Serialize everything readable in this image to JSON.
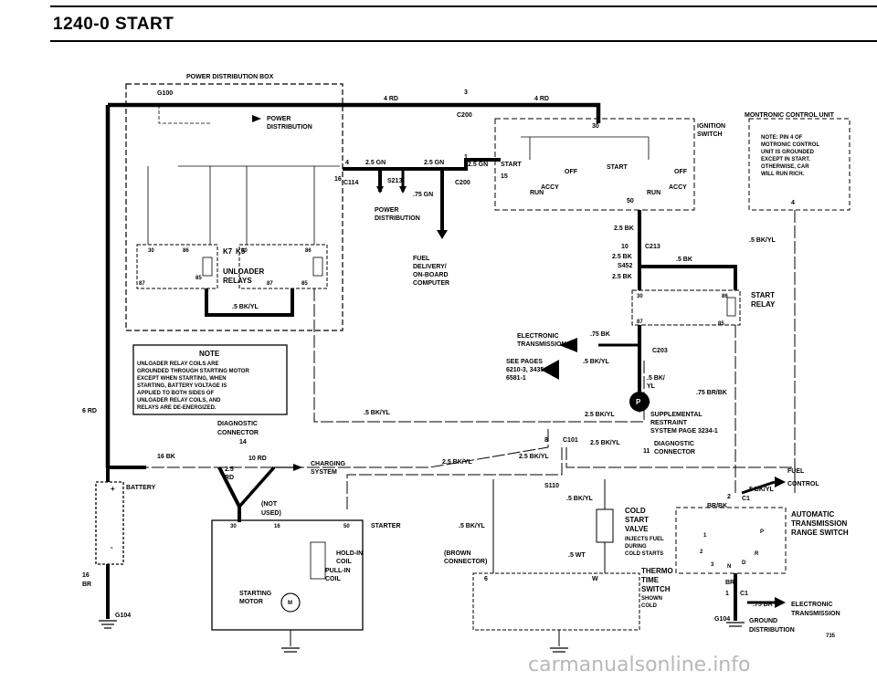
{
  "title": "1240-0  START",
  "labels": {
    "pdb": "POWER DISTRIBUTION BOX",
    "g100": "G100",
    "power_dist": "POWER",
    "power_dist2": "DISTRIBUTION",
    "rd4a": "4 RD",
    "rd4b": "4 RD",
    "c200_3": "3",
    "c200": "C200",
    "ignition": "IGNITION",
    "switch": "SWITCH",
    "montronic": "MONTRONIC CONTROL UNIT",
    "note_m1": "NOTE: PIN 4 OF",
    "note_m2": "MOTRONIC CONTROL",
    "note_m3": "UNIT IS GROUNDED",
    "note_m4": "EXCEPT IN START.",
    "note_m5": "OTHERWISE, CAR",
    "note_m6": "WILL RUN RICH.",
    "pin4": "4",
    "c114_4": "4",
    "c114_16": "16",
    "c114": "C114",
    "gn25a": "2.5 GN",
    "gn25b": "2.5 GN",
    "gn1": "1",
    "gn25c": "2.5 GN",
    "s213": "S213",
    "c200b": "C200",
    "gn75": ".75 GN",
    "pd2a": "POWER",
    "pd2b": "DISTRIBUTION",
    "start": "START",
    "start2": "START",
    "off1": "OFF",
    "off2": "OFF",
    "accy1": "ACCY",
    "accy2": "ACCY",
    "run1": "RUN",
    "run2": "RUN",
    "p30": "30",
    "p15": "15",
    "p50": "50",
    "bk25": "2.5 BK",
    "bkyl5": ".5 BK/YL",
    "fuel1": "FUEL",
    "fuel2": "DELIVERY/",
    "fuel3": "ON-BOARD",
    "fuel4": "COMPUTER",
    "c213_10": "10",
    "c213": "C213",
    "bk25b": "2.5 BK",
    "s452": "S452",
    "bk5": ".5 BK",
    "bk25c": "2.5 BK",
    "k7": "K7",
    "k5": "K5",
    "unloader": "UNLOADER",
    "relays": "RELAYS",
    "r30a": "30",
    "r86a": "86",
    "r87a": "87",
    "r85a": "85",
    "r30b": "30",
    "r86b": "86",
    "r87b": "87",
    "r85b": "85",
    "bkyl_relay": ".5 BK/YL",
    "sr30": "30",
    "sr86": "86",
    "sr87": "87",
    "sr85": "85",
    "start_relay1": "START",
    "start_relay2": "RELAY",
    "note_title": "NOTE",
    "note1": "UNLOADER RELAY COILS ARE",
    "note2": "GROUNDED THROUGH STARTING MOTOR",
    "note3": "EXCEPT WHEN STARTING, WHEN",
    "note4": "STARTING, BATTERY VOLTAGE IS",
    "note5": "APPLIED TO BOTH SIDES OF",
    "note6": "UNLOADER RELAY COILS, AND",
    "note7": "RELAYS ARE DE-ENERGIZED.",
    "et1": "ELECTRONIC",
    "et2": "TRANSMISSION",
    "bk75": ".75 BK",
    "c203": "C203",
    "seepages1": "SEE PAGES",
    "seepages2": "6210-3, 3435-0,",
    "seepages3": "6581-1",
    "bkyl5b": ".5 BK/YL",
    "bkyl5c": ".5 BK/",
    "yl": "YL",
    "brbk75": ".75 BR/BK",
    "rd6": "6 RD",
    "bkyl5d": ".5 BK/YL",
    "bkyl25": "2.5 BK/YL",
    "srs1": "SUPPLEMENTAL",
    "srs2": "RESTRAINT",
    "srs3": "SYSTEM PAGE 3234-1",
    "diag1": "DIAGNOSTIC",
    "diag2": "CONNECTOR",
    "diag_14": "14",
    "c101_8": "8",
    "c101": "C101",
    "bkyl25b": "2.5 BK/YL",
    "diag3": "DIAGNOSTIC",
    "diag4": "CONNECTOR",
    "pin11": "11",
    "bk16": "16 BK",
    "rd10": "10 RD",
    "charging1": "CHARGING",
    "charging2": "SYSTEM",
    "rd25a": "2.5",
    "rd25b": "RD",
    "bkyl25c": "2.5 BK/YL",
    "bkyl25d": "2.5 BK/YL",
    "s110": "S110",
    "bkyl5e": ".5 BK/YL",
    "battery": "BATTERY",
    "notused1": "(NOT",
    "notused2": "USED)",
    "st30": "30",
    "st16": "16",
    "st50": "50",
    "starter": "STARTER",
    "holdin1": "HOLD-IN",
    "holdin2": "COIL",
    "pullin1": "PULL-IN",
    "pullin2": "COIL",
    "starting1": "STARTING",
    "starting2": "MOTOR",
    "bkyl5f": ".5 BK/YL",
    "brown1": "(BROWN",
    "brown2": "CONNECTOR)",
    "wt5": ".5 WT",
    "cold1": "COLD",
    "cold2": "START",
    "cold3": "VALVE",
    "cold4": "INJECTS FUEL",
    "cold5": "DURING",
    "cold6": "COLD STARTS",
    "thermo1": "THERMO",
    "thermo2": "TIME",
    "thermo3": "SWITCH",
    "thermo4": "SHOWN",
    "thermo5": "COLD",
    "bn6": "6",
    "bnw": "W",
    "br16a": "16",
    "br16b": "BR",
    "g104a": "G104",
    "fuelc1": "FUEL",
    "fuelc2": "CONTROL",
    "c1_2": "2",
    "c1": "C1",
    "brbk": "BR/BK",
    "bkyl5g": ".5 BK/YL",
    "ats1": "AUTOMATIC",
    "ats2": "TRANSMISSION",
    "ats3": "RANGE SWITCH",
    "br": "BR",
    "c1_1": "1",
    "c1b": "C1",
    "br75": ".75 BR",
    "g104b": "G104",
    "ground1": "GROUND",
    "ground2": "DISTRIBUTION",
    "et3": "ELECTRONIC",
    "et4": "TRANSMISSION",
    "pageno": "735",
    "gear_p": "P",
    "gear_r": "R",
    "gear_n": "N",
    "gear_d": "D",
    "gear_1": "1",
    "gear_2": "2",
    "gear_3": "3",
    "p_symbol": "P",
    "m_symbol": "M",
    "plus": "+",
    "minus": "-"
  },
  "watermark": "carmanualsonline.info"
}
